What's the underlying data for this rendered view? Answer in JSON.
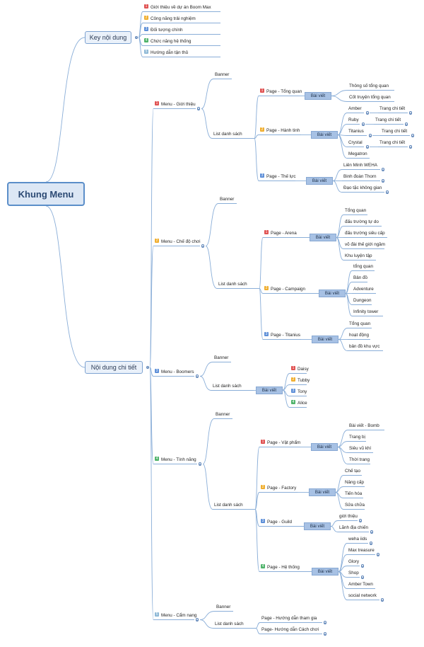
{
  "root": "Khung Menu",
  "mains": {
    "key": "Key nội dung",
    "detail": "Nội dung chi  tiết"
  },
  "key_items": [
    {
      "n": "1",
      "label": "Giới thiệu về dự án Boom Max"
    },
    {
      "n": "2",
      "label": "Công năng trải nghiệm"
    },
    {
      "n": "3",
      "label": "Đối tượng chính"
    },
    {
      "n": "4",
      "label": "Chức năng hệ thống"
    },
    {
      "n": "5",
      "label": "Hướng dẫn tận thủ"
    }
  ],
  "common": {
    "banner": "Banner",
    "list": "List danh sách",
    "bai_viet": "Bài viết"
  },
  "menus": [
    {
      "n": "1",
      "label": "Menu - Giới thiệu"
    },
    {
      "n": "2",
      "label": "Menu - Chế độ chơi"
    },
    {
      "n": "3",
      "label": "Menu - Boomers"
    },
    {
      "n": "4",
      "label": "Menu - Tính năng"
    },
    {
      "n": "5",
      "label": "Menu - Cẩm nang"
    }
  ],
  "pages": {
    "tong_quan": {
      "n": "1",
      "label": "Page - Tổng quan"
    },
    "hanh_tinh": {
      "n": "2",
      "label": "Page - Hành tinh"
    },
    "the_luc": {
      "n": "3",
      "label": "Page - Thế lực"
    },
    "arena": {
      "n": "1",
      "label": "Page - Arena"
    },
    "campaign": {
      "n": "2",
      "label": "Page - Campaign"
    },
    "titanius": {
      "n": "3",
      "label": "Page - Titanius"
    },
    "vat_pham": {
      "n": "1",
      "label": "Page - Vật phẩm"
    },
    "factory": {
      "n": "2",
      "label": "Page - Factory"
    },
    "guild": {
      "n": "3",
      "label": "Page - Guild"
    },
    "he_thong": {
      "n": "4",
      "label": "Page - Hệ thống"
    },
    "hd_tham_gia": {
      "label": "Page - Hướng dẫn tham gia"
    },
    "hd_cach_choi": {
      "label": "Page- Hướng dẫn Cách chơi"
    }
  },
  "tong_quan_items": [
    "Thông số tổng quan",
    "Cốt truyện tổng quan"
  ],
  "planets": [
    "Amber",
    "Ruby",
    "Titanius",
    "Crystal",
    "Megatron"
  ],
  "trang_chi_tiet": "Trang chi tiết",
  "the_luc_items": [
    "Liên Minh WEHA",
    "Binh đoàn Thorn",
    "Đạo tặc không gian"
  ],
  "arena_items": [
    "Tổng quan",
    "đấu trường tự do",
    "đấu trường siêu cấp",
    "võ đài thế giới ngầm",
    "Khu luyện tập"
  ],
  "campaign_items": [
    "tổng quan",
    "Bản đồ",
    "Adventure",
    "Dungeon",
    "Infinity tower"
  ],
  "titanius_items": [
    "Tổng quan",
    "hoạt động",
    "bản đồ khu vực"
  ],
  "boomers": [
    {
      "n": "1",
      "label": "Daisy"
    },
    {
      "n": "2",
      "label": "Tubby"
    },
    {
      "n": "3",
      "label": "Tony"
    },
    {
      "n": "4",
      "label": "Alice"
    }
  ],
  "vat_pham_items": [
    "Bài viết - Bomb",
    "Trang bị",
    "Siêu vũ khí",
    "Thời trang"
  ],
  "factory_items": [
    "Chế tạo",
    "Nâng cấp",
    "Tiến hóa",
    "Sửa chữa"
  ],
  "guild_items": [
    "giới thiệu",
    "Lãnh địa chiến"
  ],
  "he_thong_items": [
    "weha iids",
    "Max treasure",
    "Glory",
    "Shop",
    "Amber Town",
    "social network"
  ]
}
